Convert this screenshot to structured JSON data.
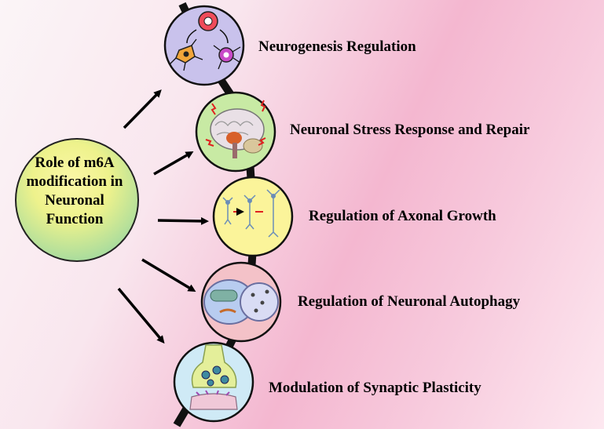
{
  "center": {
    "lines": [
      "Role of m6A",
      "modification in",
      "Neuronal",
      "Function"
    ]
  },
  "items": [
    {
      "label": "Neurogenesis Regulation",
      "icon": "neurogenesis-icon"
    },
    {
      "label": "Neuronal Stress Response and Repair",
      "icon": "brain-stress-icon"
    },
    {
      "label": "Regulation of Axonal Growth",
      "icon": "axon-growth-icon"
    },
    {
      "label": "Regulation of Neuronal Autophagy",
      "icon": "autophagy-icon"
    },
    {
      "label": "Modulation of Synaptic Plasticity",
      "icon": "synapse-icon"
    }
  ],
  "colors": {
    "background_pink": "#f4b7d0",
    "center_yellow": "#f4f28a",
    "center_green": "#bfe6a0",
    "arrow": "#000000"
  }
}
